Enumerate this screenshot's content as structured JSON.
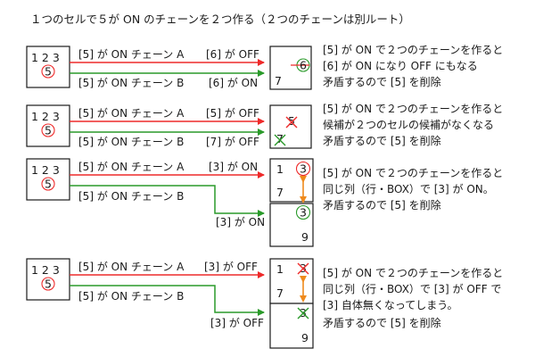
{
  "title": "１つのセルで５が ON のチェーンを２つ作る（２つのチェーンは別ルート）",
  "colors": {
    "red": "#ee2a2a",
    "green": "#2a9a2a",
    "orange": "#ef8a1c",
    "ink": "#1a1a1a"
  },
  "cell": {
    "candidates": "1 2 3",
    "circled": "5"
  },
  "rows": [
    {
      "chain_a": "[5] が ON チェーン A",
      "result_a": "[6] が OFF",
      "chain_b": "[5] が ON チェーン B",
      "result_b": "[6] が ON",
      "target_value": "7",
      "target_mark": "6",
      "explanation": [
        "[5] が ON で２つのチェーンを作ると",
        "[6] が ON になり OFF にもなる",
        "矛盾するので [5] を削除"
      ]
    },
    {
      "chain_a": "[5] が ON チェーン A",
      "result_a": "[5] が OFF",
      "chain_b": "[5] が ON チェーン B",
      "result_b": "[7] が OFF",
      "target_mark_a": "5",
      "target_mark_b": "7",
      "explanation": [
        "[5] が ON で２つのチェーンを作ると",
        "候補が２つのセルの候補がなくなる",
        "矛盾するので [5] を削除"
      ]
    },
    {
      "chain_a": "[5] が ON チェーン A",
      "result_a": "[3] が ON",
      "chain_b": "[5] が ON チェーン B",
      "result_b": "[3] が ON",
      "top_left": "1",
      "top_mark": "3",
      "top_bottom": "7",
      "bottom_mark": "3",
      "bottom_value": "9",
      "explanation": [
        "[5] が ON で２つのチェーンを作ると",
        "同じ列（行・BOX）で [3] が ON。",
        "矛盾するので [5] を削除"
      ]
    },
    {
      "chain_a": "[5] が ON チェーン A",
      "result_a": "[3] が OFF",
      "chain_b": "[5] が ON チェーン B",
      "result_b": "[3] が OFF",
      "top_left": "1",
      "top_mark": "3",
      "top_bottom": "7",
      "bottom_mark": "3",
      "bottom_value": "9",
      "explanation": [
        "[5] が ON で２つのチェーンを作ると",
        "同じ列（行・BOX）で [3] が OFF で",
        "[3] 自体無くなってしまう。",
        "矛盾するので [5] を削除"
      ]
    }
  ]
}
